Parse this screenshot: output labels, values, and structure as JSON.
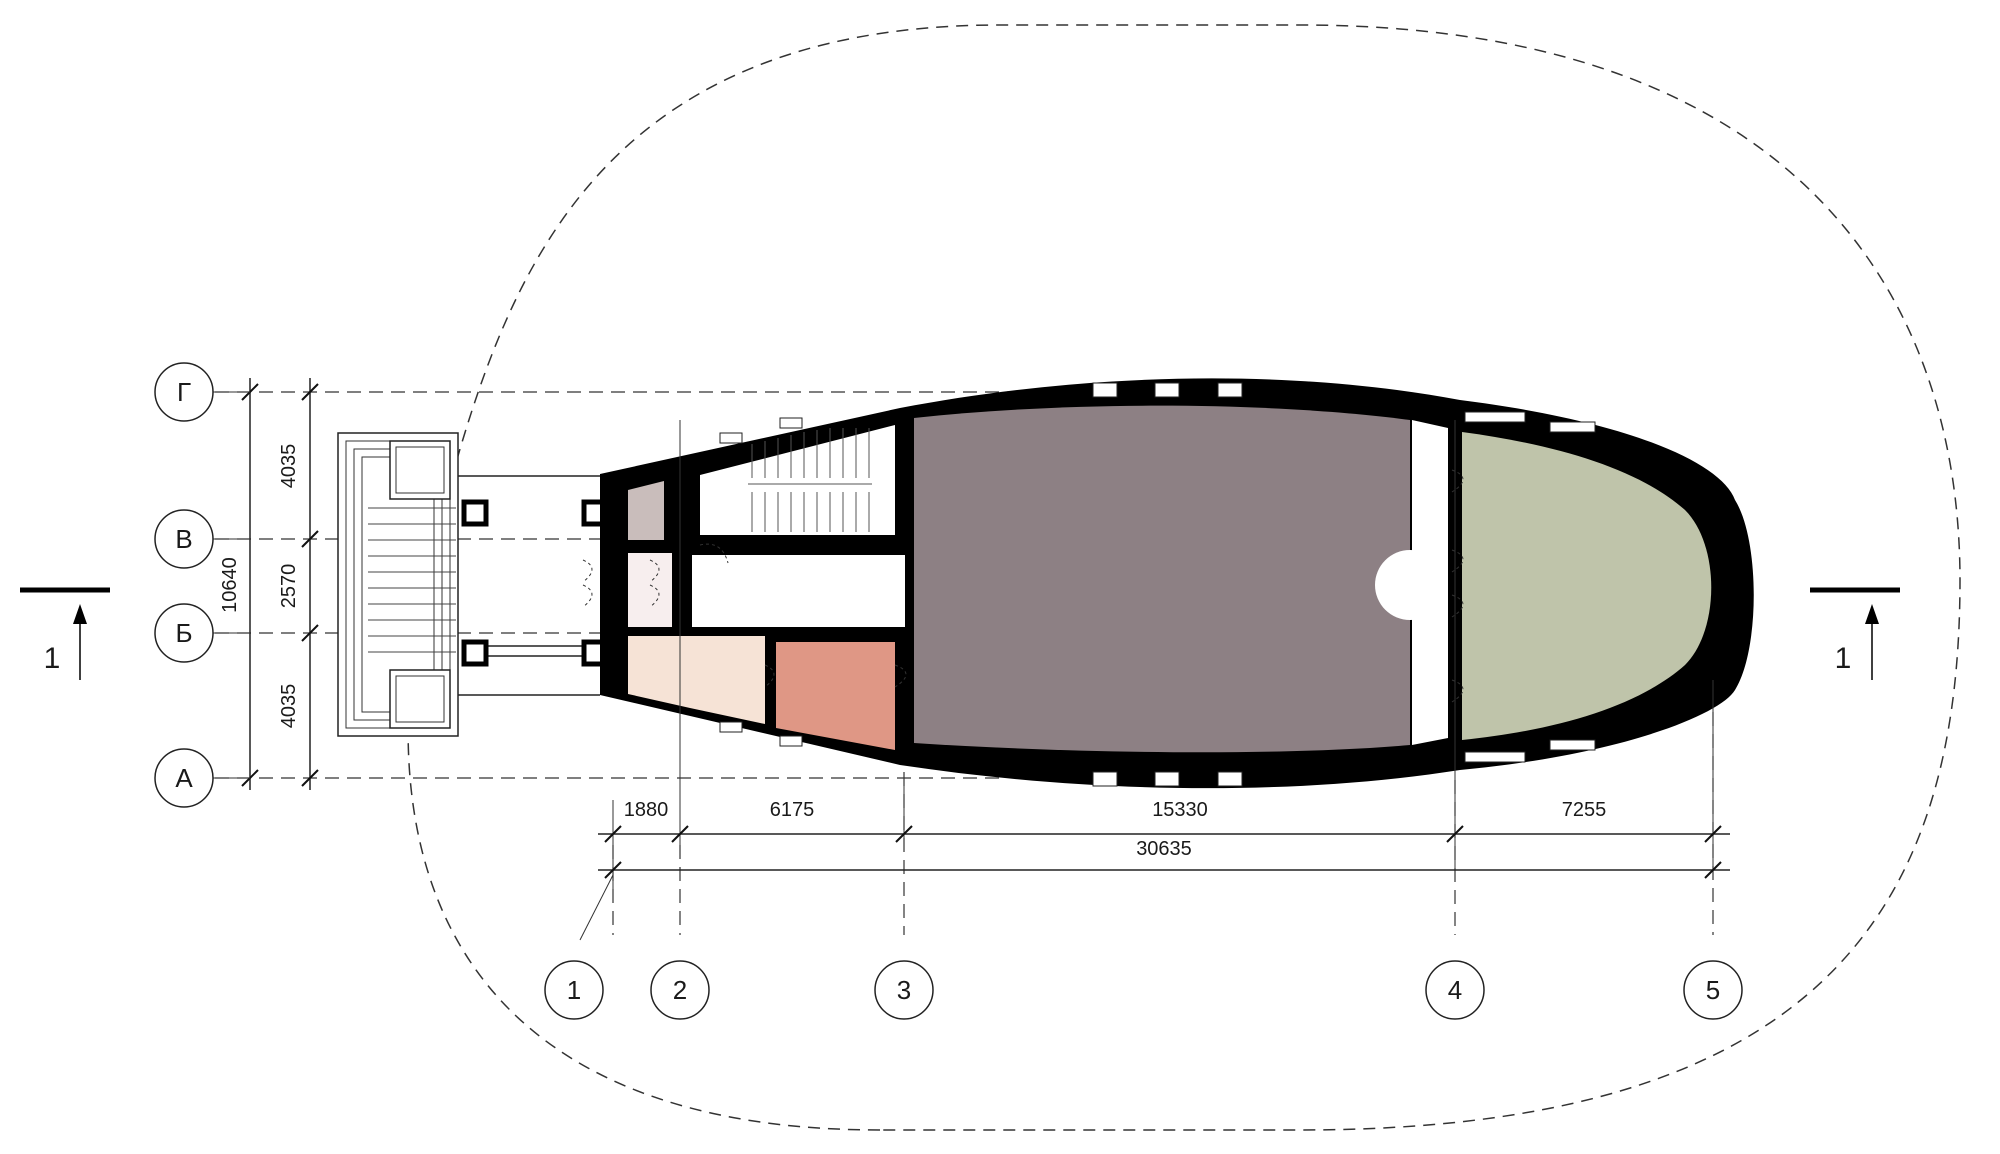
{
  "plan": {
    "row_axes": [
      {
        "label": "Г"
      },
      {
        "label": "В"
      },
      {
        "label": "Б"
      },
      {
        "label": "А"
      }
    ],
    "col_axes": [
      {
        "label": "1"
      },
      {
        "label": "2"
      },
      {
        "label": "3"
      },
      {
        "label": "4"
      },
      {
        "label": "5"
      }
    ],
    "horizontal_dims": [
      "1880",
      "6175",
      "15330",
      "7255"
    ],
    "horizontal_total": "30635",
    "vertical_dims": [
      "4035",
      "2570",
      "4035"
    ],
    "vertical_total": "10640",
    "section_left": "1",
    "section_right": "1",
    "colors": {
      "wall": "#000000",
      "hall": "#8d8084",
      "apse": "#bfc4aa",
      "room_salmon": "#df9785",
      "room_beige": "#f6e3d6",
      "room_taupe": "#c9bdbb",
      "vestibule": "#f7eeee"
    }
  }
}
